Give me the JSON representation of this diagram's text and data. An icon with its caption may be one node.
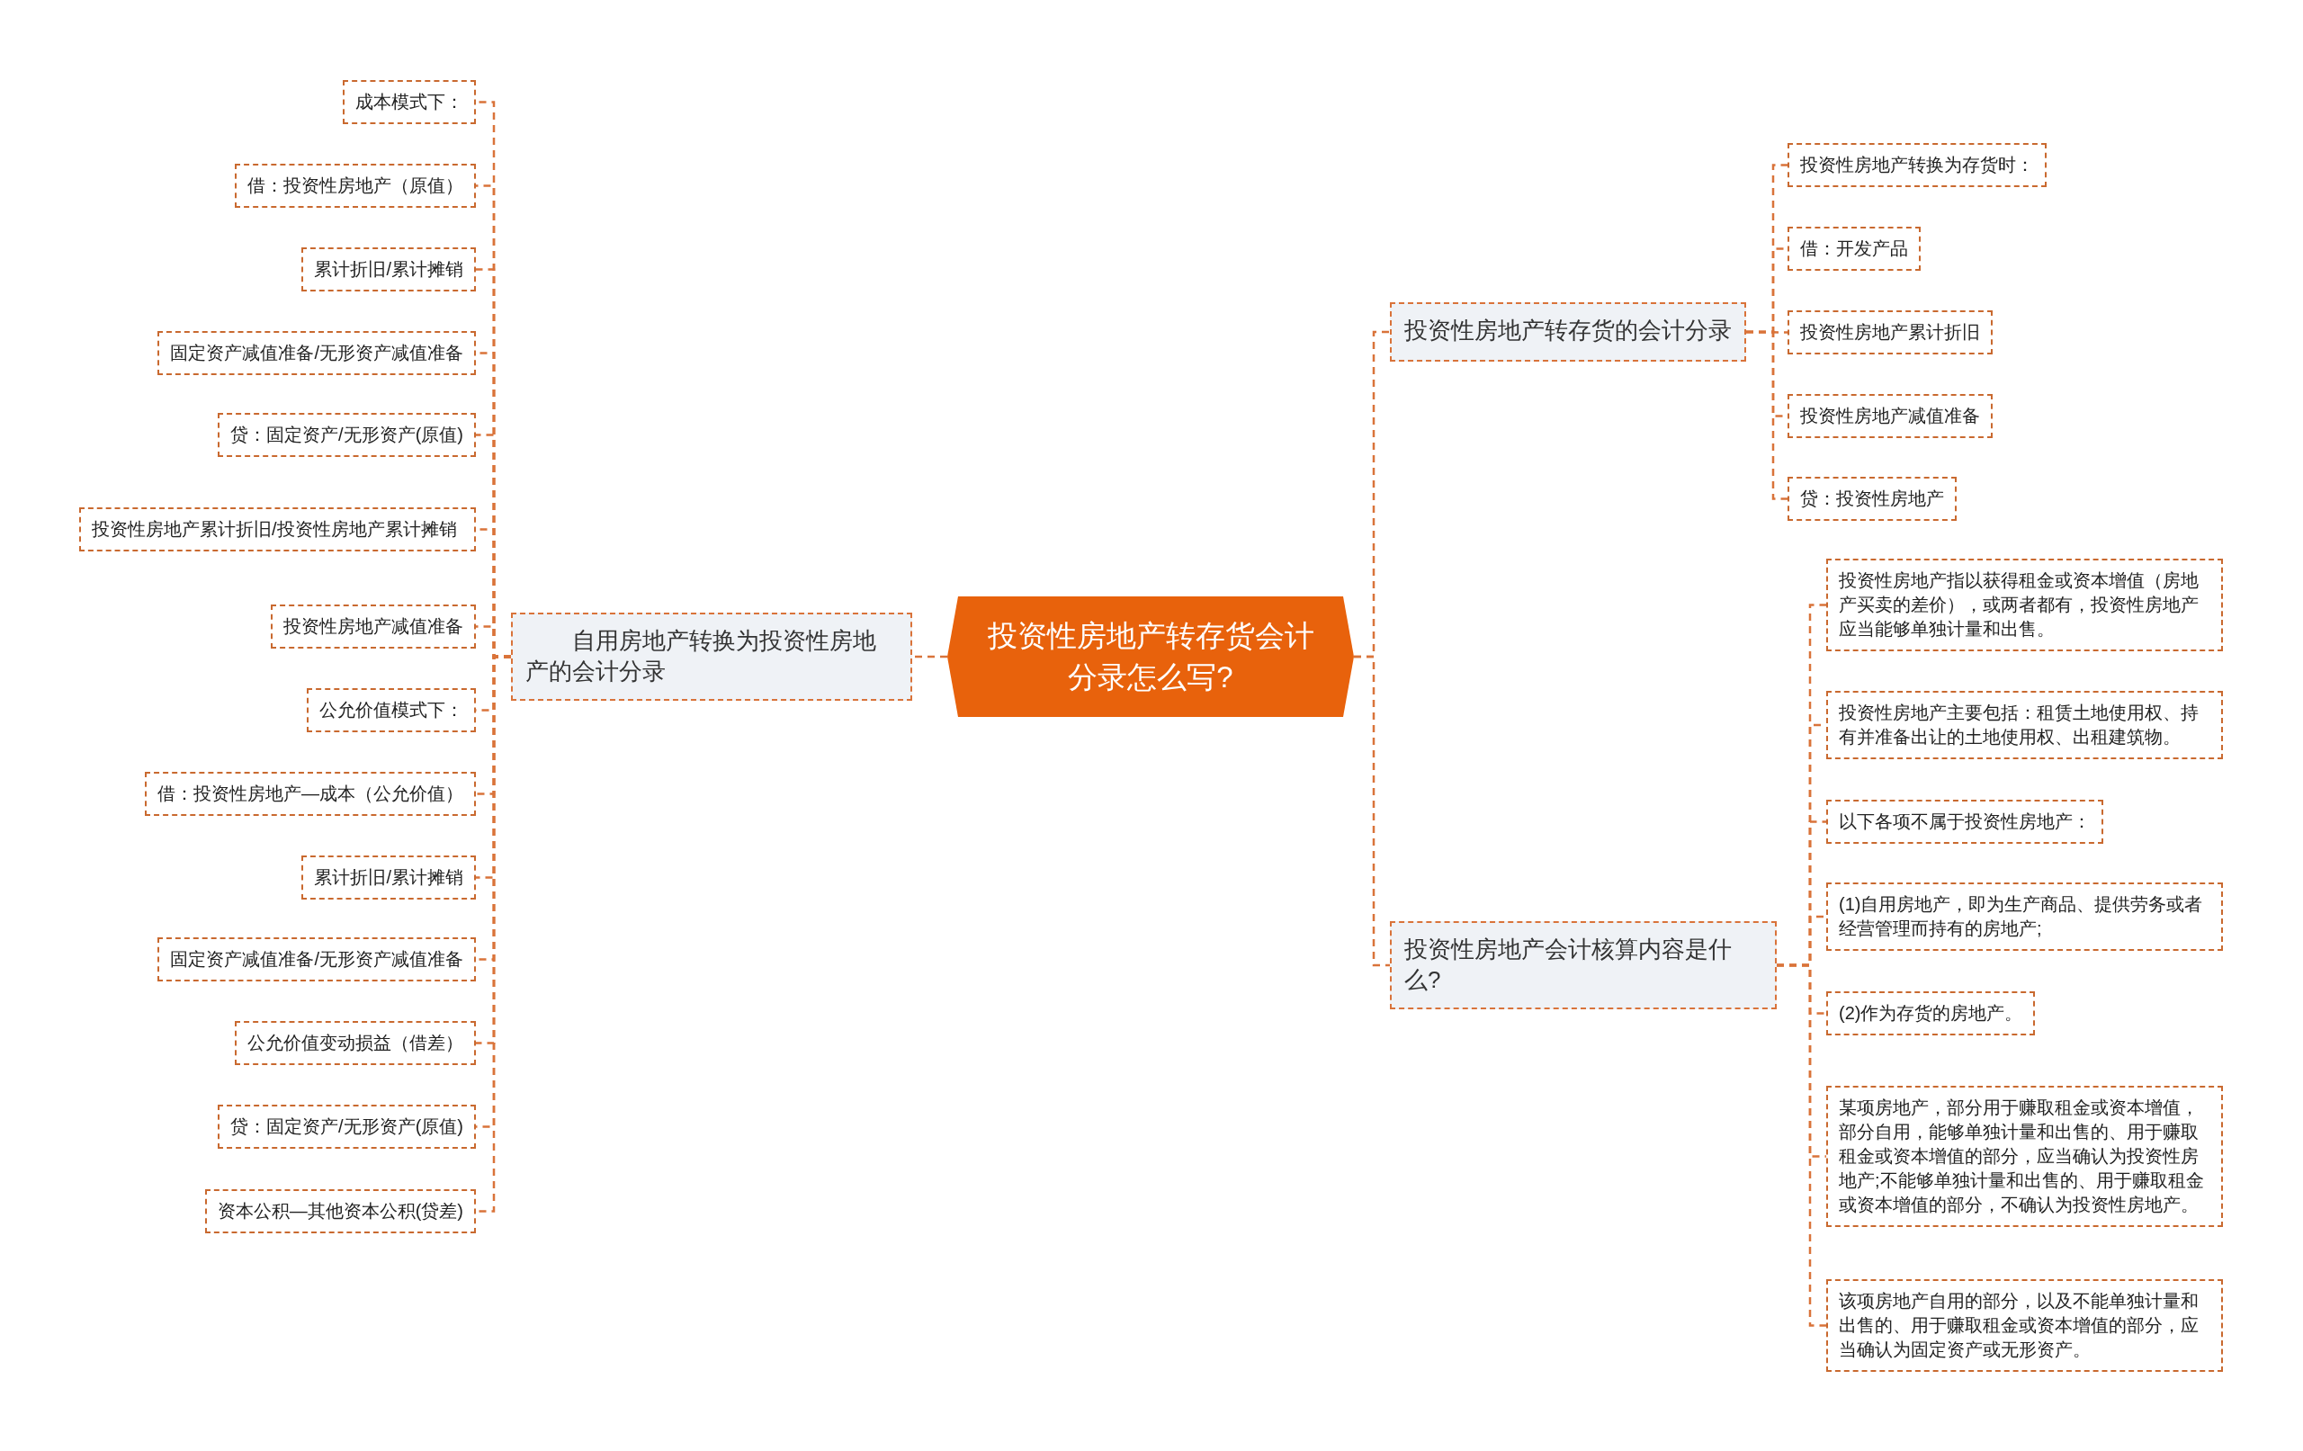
{
  "diagram": {
    "nodes": [
      {
        "text": [
          "投资性房地产转存货会计分录怎么写?"
        ]
      },
      {
        "text": [
          "自用房地产转换为投资性房地产的会计分录"
        ]
      },
      {
        "text": [
          "投资性房地产转存货的会计分录"
        ]
      },
      {
        "text": [
          "投资性房地产会计核算内容是什么?"
        ]
      },
      {
        "text": [
          "成本模式下："
        ]
      },
      {
        "text": [
          "借：投资性房地产（原值）"
        ]
      },
      {
        "text": [
          "累计折旧/累计摊销"
        ]
      },
      {
        "text": [
          "固定资产减值准备/无形资产减值准备"
        ]
      },
      {
        "text": [
          "贷：固定资产/无形资产(原值)"
        ]
      },
      {
        "text": [
          "投资性房地产累计折旧/投资性房地产累计摊销"
        ]
      },
      {
        "text": [
          "投资性房地产减值准备"
        ]
      },
      {
        "text": [
          "公允价值模式下："
        ]
      },
      {
        "text": [
          "借：投资性房地产—成本（公允价值）"
        ]
      },
      {
        "text": [
          "累计折旧/累计摊销"
        ]
      },
      {
        "text": [
          "固定资产减值准备/无形资产减值准备"
        ]
      },
      {
        "text": [
          "公允价值变动损益（借差）"
        ]
      },
      {
        "text": [
          "贷：固定资产/无形资产(原值)"
        ]
      },
      {
        "text": [
          "资本公积—其他资本公积(贷差)"
        ]
      },
      {
        "text": [
          "投资性房地产转换为存货时："
        ]
      },
      {
        "text": [
          "借：开发产品"
        ]
      },
      {
        "text": [
          "投资性房地产累计折旧"
        ]
      },
      {
        "text": [
          "投资性房地产减值准备"
        ]
      },
      {
        "text": [
          "贷：投资性房地产"
        ]
      },
      {
        "text": [
          "投资性房地产指以获得租金或资本增值（房地产买卖的差价），或两者都有，投资性房地产应当能够单独计量和出售。"
        ]
      },
      {
        "text": [
          "投资性房地产主要包括：租赁土地使用权、持有并准备出让的土地使用权、出租建筑物。"
        ]
      },
      {
        "text": [
          "以下各项不属于投资性房地产："
        ]
      },
      {
        "text": [
          "(1)自用房地产，即为生产商品、提供劳务或者经营管理而持有的房地产;"
        ]
      },
      {
        "text": [
          "(2)作为存货的房地产。"
        ]
      },
      {
        "text": [
          "某项房地产，部分用于赚取租金或资本增值，部分自用，能够单独计量和出售的、用于赚取租金或资本增值的部分，应当确认为投资性房地产;不能够单独计量和出售的、用于赚取租金或资本增值的部分，不确认为投资性房地产。"
        ]
      },
      {
        "text": [
          "该项房地产自用的部分，以及不能单独计量和出售的、用于赚取租金或资本增值的部分，应当确认为固定资产或无形资产。"
        ]
      }
    ],
    "edges": [
      {
        "from": 0,
        "to": 1,
        "arrow": "none"
      },
      {
        "from": 0,
        "to": 2,
        "arrow": "none"
      },
      {
        "from": 0,
        "to": 3,
        "arrow": "none"
      },
      {
        "from": 1,
        "to": 4,
        "arrow": "none"
      },
      {
        "from": 1,
        "to": 5,
        "arrow": "none"
      },
      {
        "from": 1,
        "to": 6,
        "arrow": "none"
      },
      {
        "from": 1,
        "to": 7,
        "arrow": "none"
      },
      {
        "from": 1,
        "to": 8,
        "arrow": "none"
      },
      {
        "from": 1,
        "to": 9,
        "arrow": "none"
      },
      {
        "from": 1,
        "to": 10,
        "arrow": "none"
      },
      {
        "from": 1,
        "to": 11,
        "arrow": "none"
      },
      {
        "from": 1,
        "to": 12,
        "arrow": "none"
      },
      {
        "from": 1,
        "to": 13,
        "arrow": "none"
      },
      {
        "from": 1,
        "to": 14,
        "arrow": "none"
      },
      {
        "from": 1,
        "to": 15,
        "arrow": "none"
      },
      {
        "from": 1,
        "to": 16,
        "arrow": "none"
      },
      {
        "from": 1,
        "to": 17,
        "arrow": "none"
      },
      {
        "from": 2,
        "to": 18,
        "arrow": "none"
      },
      {
        "from": 2,
        "to": 19,
        "arrow": "none"
      },
      {
        "from": 2,
        "to": 20,
        "arrow": "none"
      },
      {
        "from": 2,
        "to": 21,
        "arrow": "none"
      },
      {
        "from": 2,
        "to": 22,
        "arrow": "none"
      },
      {
        "from": 3,
        "to": 23,
        "arrow": "none"
      },
      {
        "from": 3,
        "to": 24,
        "arrow": "none"
      },
      {
        "from": 3,
        "to": 25,
        "arrow": "none"
      },
      {
        "from": 3,
        "to": 26,
        "arrow": "none"
      },
      {
        "from": 3,
        "to": 27,
        "arrow": "none"
      },
      {
        "from": 3,
        "to": 28,
        "arrow": "none"
      },
      {
        "from": 3,
        "to": 29,
        "arrow": "none"
      }
    ]
  }
}
